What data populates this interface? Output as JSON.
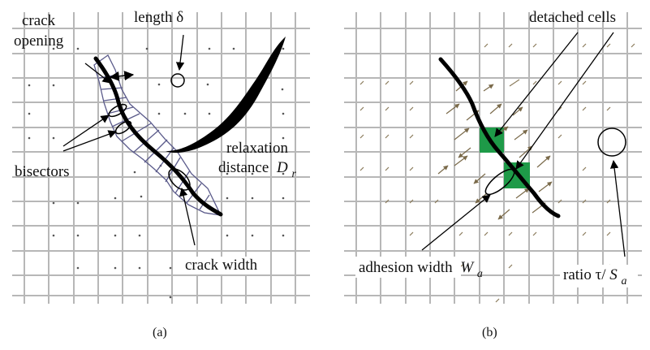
{
  "panel_a": {
    "caption": "(a)",
    "labels": {
      "crack_opening_line1": "crack",
      "crack_opening_line2": "opening",
      "length": "length δ",
      "bisectors": "bisectors",
      "relaxation_line1": "relaxation",
      "relaxation_line2": "distance",
      "relaxation_symbol": "D",
      "relaxation_sub": "r",
      "crack_width": "crack width"
    }
  },
  "panel_b": {
    "caption": "(b)",
    "labels": {
      "detached_cells": "detached cells",
      "adhesion_width": "adhesion width",
      "adhesion_symbol": "W",
      "adhesion_sub": "a",
      "ratio_prefix": "ratio τ/",
      "ratio_symbol": "S",
      "ratio_sub": "a"
    }
  },
  "colors": {
    "grid": "#b7b7b7",
    "crack": "#000000",
    "mesh": "#5a5a8a",
    "detached_cell": "#1e9a48",
    "arrow": "#7a6a4a"
  }
}
